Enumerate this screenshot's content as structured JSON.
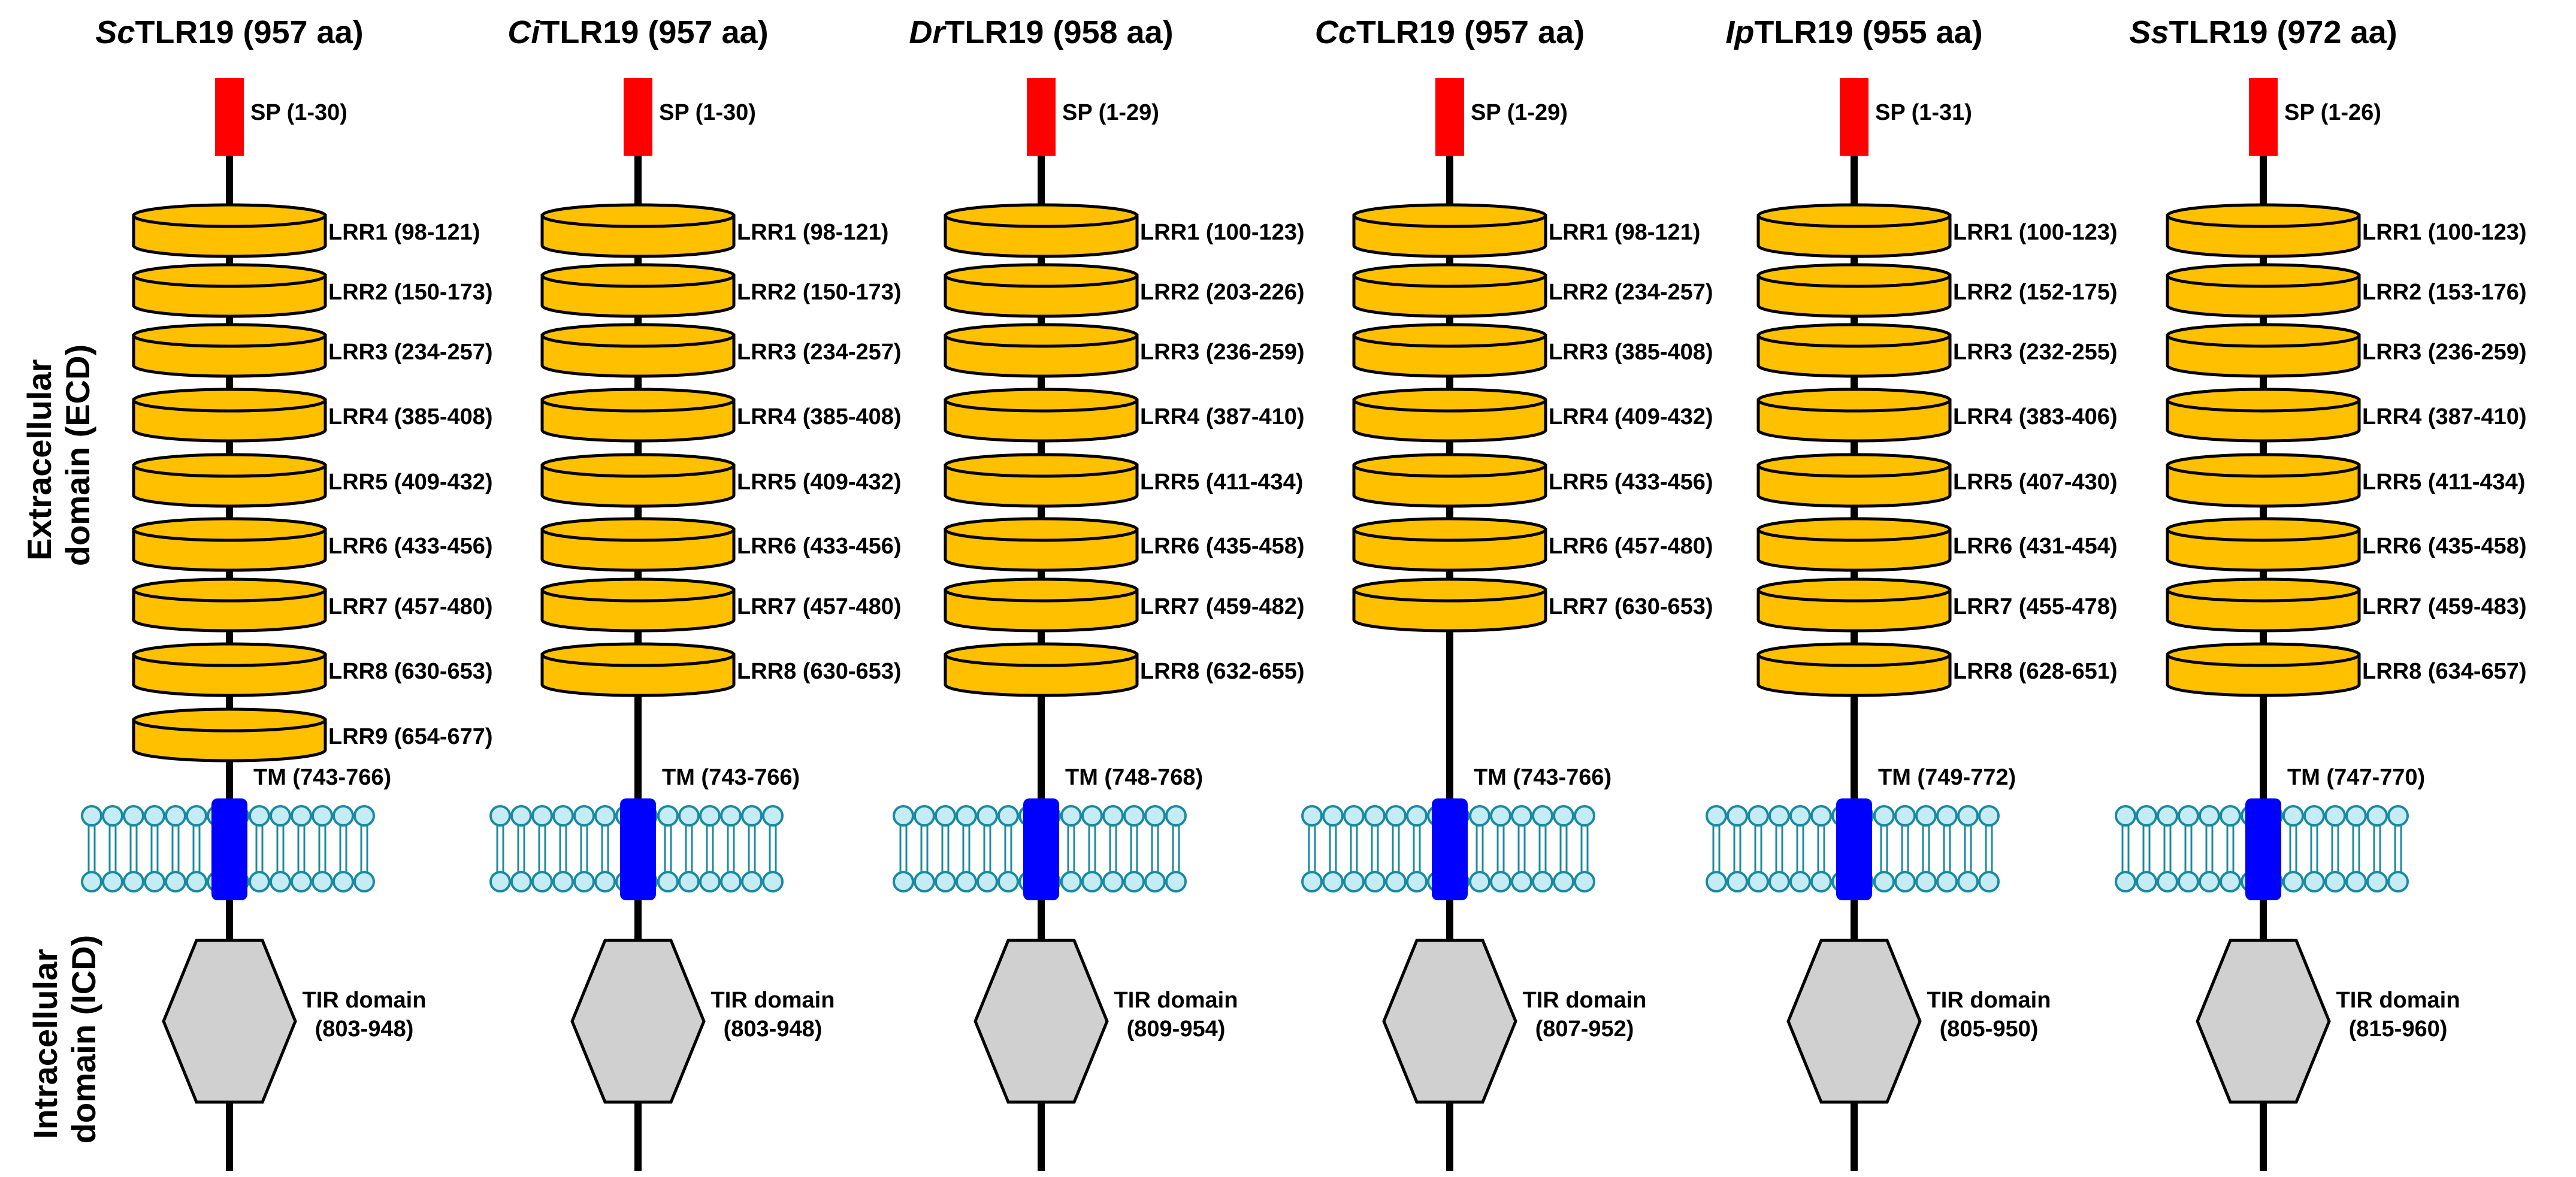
{
  "side_labels": {
    "ecd": [
      "Extracellular",
      "domain (ECD)"
    ],
    "icd": [
      "Intracellular",
      "domain (ICD)"
    ]
  },
  "colors": {
    "signal_peptide": "#ff0000",
    "lrr": "#ffc000",
    "transmembrane": "#0000ff",
    "tir": "#d0d0d0",
    "lipid_head": "#c5ebf5",
    "lipid_head_stroke": "#1a8aa0",
    "outline": "#000000"
  },
  "proteins": [
    {
      "prefix": "Sc",
      "suffix": "TLR19 (957 aa)",
      "sp": "SP (1-30)",
      "lrrs": [
        "LRR1 (98-121)",
        "LRR2 (150-173)",
        "LRR3 (234-257)",
        "LRR4 (385-408)",
        "LRR5 (409-432)",
        "LRR6 (433-456)",
        "LRR7 (457-480)",
        "LRR8 (630-653)",
        "LRR9 (654-677)"
      ],
      "tm": "TM (743-766)",
      "tir": [
        "TIR domain",
        "(803-948)"
      ]
    },
    {
      "prefix": "Ci",
      "suffix": "TLR19 (957 aa)",
      "sp": "SP (1-30)",
      "lrrs": [
        "LRR1 (98-121)",
        "LRR2 (150-173)",
        "LRR3 (234-257)",
        "LRR4 (385-408)",
        "LRR5 (409-432)",
        "LRR6 (433-456)",
        "LRR7 (457-480)",
        "LRR8 (630-653)"
      ],
      "tm": "TM (743-766)",
      "tir": [
        "TIR domain",
        "(803-948)"
      ]
    },
    {
      "prefix": "Dr",
      "suffix": "TLR19 (958 aa)",
      "sp": "SP (1-29)",
      "lrrs": [
        "LRR1 (100-123)",
        "LRR2 (203-226)",
        "LRR3 (236-259)",
        "LRR4 (387-410)",
        "LRR5 (411-434)",
        "LRR6 (435-458)",
        "LRR7 (459-482)",
        "LRR8 (632-655)"
      ],
      "tm": "TM (748-768)",
      "tir": [
        "TIR domain",
        "(809-954)"
      ]
    },
    {
      "prefix": "Cc",
      "suffix": "TLR19 (957 aa)",
      "sp": "SP (1-29)",
      "lrrs": [
        "LRR1 (98-121)",
        "LRR2 (234-257)",
        "LRR3 (385-408)",
        "LRR4 (409-432)",
        "LRR5 (433-456)",
        "LRR6 (457-480)",
        "LRR7 (630-653)"
      ],
      "tm": "TM (743-766)",
      "tir": [
        "TIR domain",
        "(807-952)"
      ]
    },
    {
      "prefix": "Ip",
      "suffix": "TLR19 (955 aa)",
      "sp": "SP (1-31)",
      "lrrs": [
        "LRR1 (100-123)",
        "LRR2 (152-175)",
        "LRR3 (232-255)",
        "LRR4 (383-406)",
        "LRR5 (407-430)",
        "LRR6 (431-454)",
        "LRR7 (455-478)",
        "LRR8 (628-651)"
      ],
      "tm": "TM (749-772)",
      "tir": [
        "TIR domain",
        "(805-950)"
      ]
    },
    {
      "prefix": "Ss",
      "suffix": "TLR19 (972 aa)",
      "sp": "SP (1-26)",
      "lrrs": [
        "LRR1 (100-123)",
        "LRR2 (153-176)",
        "LRR3 (236-259)",
        "LRR4 (387-410)",
        "LRR5 (411-434)",
        "LRR6 (435-458)",
        "LRR7 (459-483)",
        "LRR8 (634-657)"
      ],
      "tm": "TM (747-770)",
      "tir": [
        "TIR domain",
        "(815-960)"
      ]
    }
  ]
}
